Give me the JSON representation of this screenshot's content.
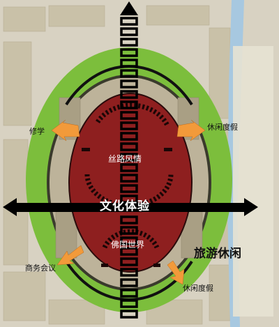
{
  "colors": {
    "outer_ring": "#7cbe3c",
    "inner_core": "#8e1f1f",
    "arrows": "#f29a3a",
    "axis": "#000000",
    "river": "#a7c8e0"
  },
  "labels": {
    "center_axis": "文化体验",
    "upper_zone": "丝路风情",
    "lower_zone": "佛国世界",
    "ring_theme": "旅游休闲",
    "arrow_left_top": "修学",
    "arrow_right_top": "休闲度假",
    "arrow_left_bottom": "商务会议",
    "arrow_right_bottom": "休闲度假"
  },
  "icons": {
    "axis_arrow": "double-headed-arrow-icon",
    "arrows": "orange-outward-arrow-icon"
  }
}
